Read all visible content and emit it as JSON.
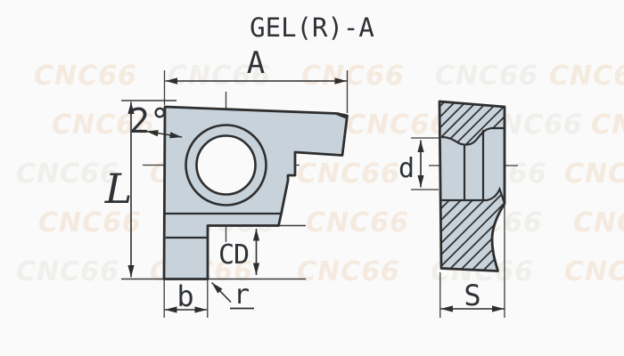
{
  "title": "GEL(R)-A",
  "watermark": {
    "text": "CNC66"
  },
  "drawing": {
    "front_view": {
      "labels": {
        "width": "A",
        "length": "L",
        "angle": "2°",
        "step_depth": "CD",
        "tip_width": "b",
        "corner_radius": "r"
      }
    },
    "side_view": {
      "labels": {
        "hole_diameter": "d",
        "thickness": "S"
      }
    }
  },
  "colors": {
    "background": "#fafafa",
    "part_fill": "#c7d2db",
    "line": "#2e2e2e",
    "watermark_warm": "#f5eadf",
    "watermark_gray": "#f1efec"
  }
}
